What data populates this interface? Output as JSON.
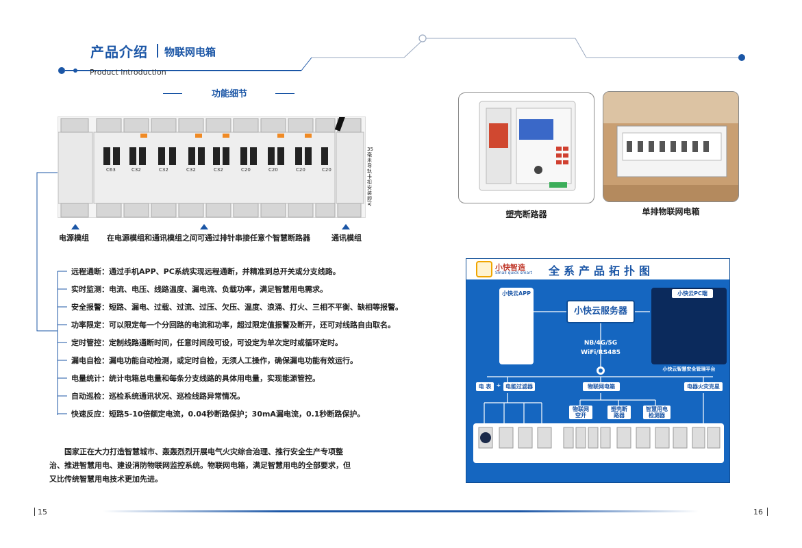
{
  "header": {
    "title": "产品介绍",
    "subtitle": "物联网电箱",
    "title_en": "Product introduction"
  },
  "section": {
    "heading": "功能细节"
  },
  "breaker": {
    "side_text": "35毫米导轨卡扣安装即可",
    "labels": {
      "power_module": "电源模组",
      "middle": "在电源模组和通讯模组之间可通过排针串接任意个智慧断路器",
      "comm_module": "通讯模组"
    },
    "ratings": [
      "C63",
      "C32",
      "C32",
      "C32",
      "C32",
      "C20",
      "C20",
      "C20",
      "C20"
    ]
  },
  "features": [
    {
      "key": "远程通断：",
      "text": "通过手机APP、PC系统实现远程通断，并精准到总开关或分支线路。"
    },
    {
      "key": "实时监测：",
      "text": "电流、电压、线路温度、漏电流、负载功率，满足智慧用电需求。"
    },
    {
      "key": "安全报警：",
      "text": "短路、漏电、过载、过流、过压、欠压、温度、浪涌、打火、三相不平衡、缺相等报警。"
    },
    {
      "key": "功率限定：",
      "text": "可以限定每一个分回路的电流和功率，超过限定值报警及断开，还可对线路自由取名。"
    },
    {
      "key": "定时管控：",
      "text": "定制线路通断时间，任意时间段可设，可设定为单次定时或循环定时。"
    },
    {
      "key": "漏电自检：",
      "text": "漏电功能自动检测，或定时自检，无须人工操作，确保漏电功能有效运行。"
    },
    {
      "key": "电量统计：",
      "text": "统计电箱总电量和每条分支线路的具体用电量，实现能源管控。"
    },
    {
      "key": "自动巡检：",
      "text": "巡检系统通讯状况、巡检线路异常情况。"
    },
    {
      "key": "快速反应：",
      "text": "短路5-10倍额定电流，0.04秒断路保护；30mA漏电流，0.1秒断路保护。"
    }
  ],
  "paragraph": "国家正在大力打造智慧城市、轰轰烈烈开展电气火灾综合治理、推行安全生产专项整治、推进智慧用电、建设消防物联网监控系统。物联网电箱，满足智慧用电的全部要求，但又比传统智慧用电技术更加先进。",
  "photos": {
    "left_caption": "塑壳断路器",
    "right_caption": "单排物联网电箱"
  },
  "topology": {
    "title": "全系产品拓扑图",
    "brand": "小快智造",
    "brand_en": "Small quick smart",
    "app_label": "小快云APP",
    "pc_label": "小快云PC端",
    "server": "小快云服务器",
    "network_line1": "NB/4G/5G",
    "network_line2": "WiFi/RS485",
    "pc_caption": "小快云智慧安全管理平台",
    "branch_left": "电 表",
    "branch_plus": "+",
    "branch_left2": "电能过滤器",
    "branch_mid": "物联网电箱",
    "branch_right": "电器火灾克星",
    "sub1": "物联网空开",
    "sub2": "塑壳断路器",
    "sub3": "智慧用电检测器"
  },
  "footer": {
    "page_left": "15",
    "page_right": "16"
  },
  "colors": {
    "brand_blue": "#1b56a6",
    "panel_blue": "#1566c0"
  }
}
